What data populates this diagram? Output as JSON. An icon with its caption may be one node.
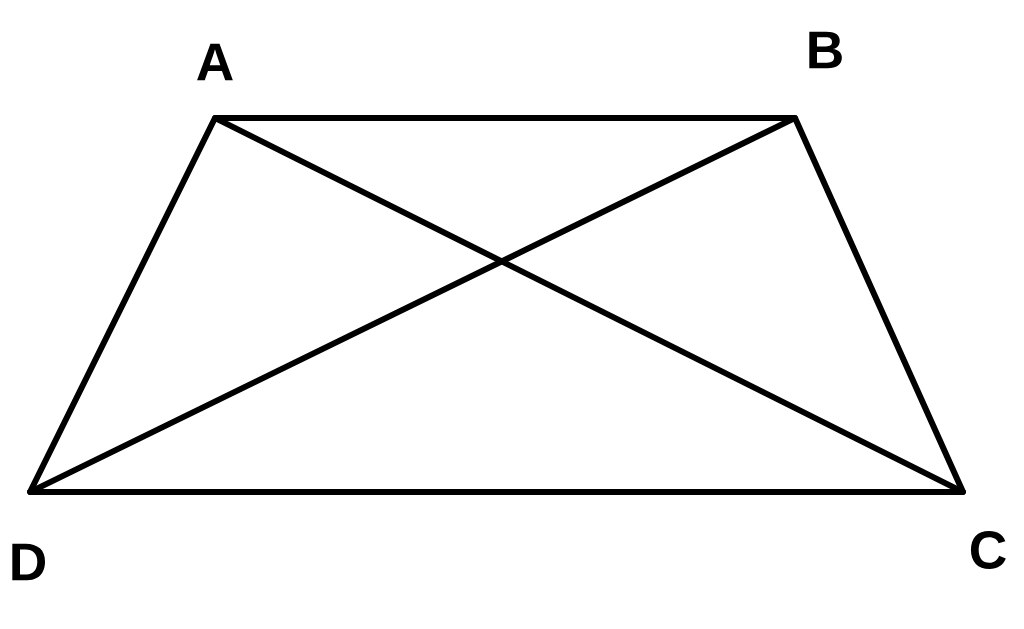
{
  "diagram": {
    "nodes": [
      {
        "text": [
          "A"
        ]
      },
      {
        "text": [
          "B"
        ]
      },
      {
        "text": [
          "C"
        ]
      },
      {
        "text": [
          "D"
        ]
      }
    ],
    "edges": [
      {
        "from": 0,
        "to": 1,
        "arrow": "none"
      },
      {
        "from": 1,
        "to": 2,
        "arrow": "none"
      },
      {
        "from": 2,
        "to": 3,
        "arrow": "none"
      },
      {
        "from": 3,
        "to": 0,
        "arrow": "none"
      },
      {
        "from": 0,
        "to": 2,
        "arrow": "none"
      },
      {
        "from": 1,
        "to": 3,
        "arrow": "none"
      }
    ]
  }
}
